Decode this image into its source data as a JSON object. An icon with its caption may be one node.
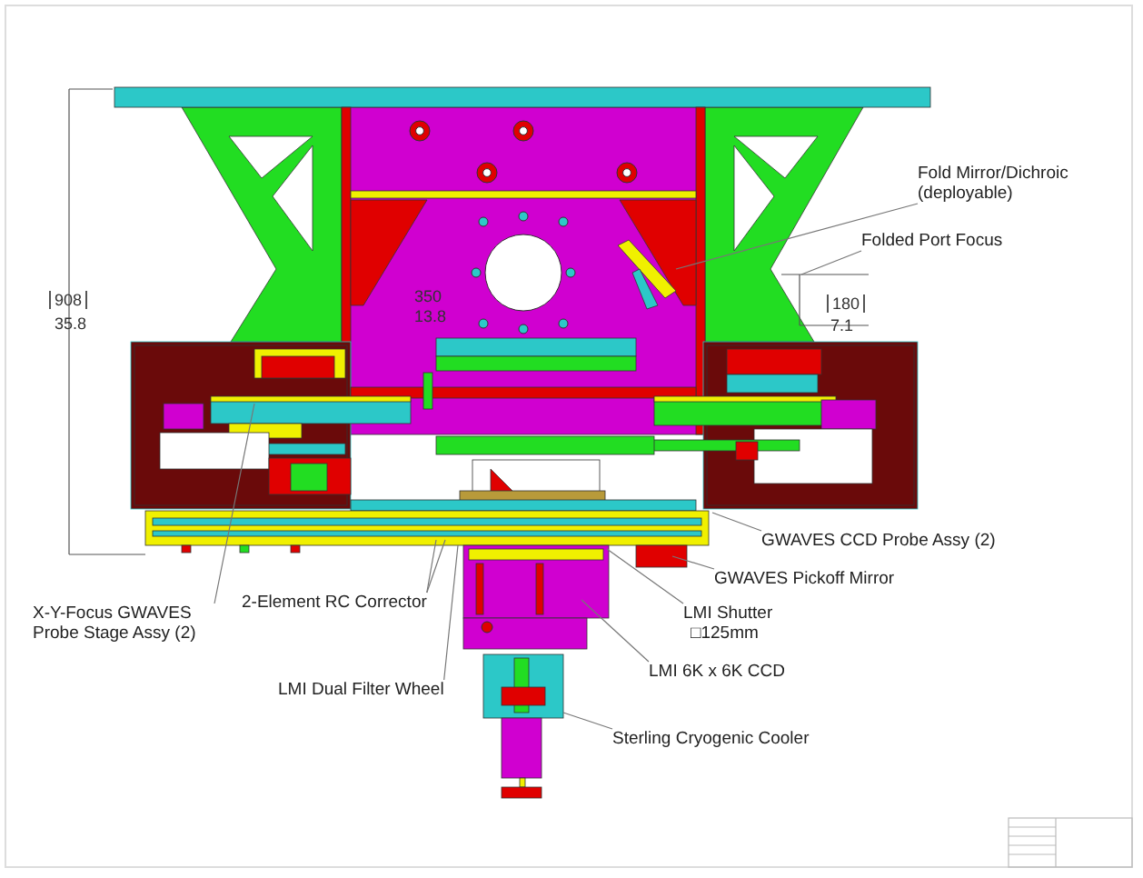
{
  "diagram": {
    "nodes": [
      {
        "text": [
          "Fold Mirror/Dichroic (deployable)"
        ]
      },
      {
        "text": [
          "Folded Port Focus"
        ]
      },
      {
        "text": [
          "GWAVES CCD Probe Assy (2)"
        ]
      },
      {
        "text": [
          "GWAVES Pickoff Mirror"
        ]
      },
      {
        "text": [
          "LMI Shutter",
          "□125mm"
        ]
      },
      {
        "text": [
          "LMI 6K x 6K CCD"
        ]
      },
      {
        "text": [
          "Sterling Cryogenic Cooler"
        ]
      },
      {
        "text": [
          "X-Y-Focus GWAVES Probe Stage Assy (2)"
        ]
      },
      {
        "text": [
          "2-Element RC Corrector"
        ]
      },
      {
        "text": [
          "LMI Dual Filter Wheel"
        ]
      }
    ],
    "edges": [
      {
        "from": 0,
        "to": null,
        "arrow": "none"
      },
      {
        "from": 1,
        "to": null,
        "arrow": "none"
      },
      {
        "from": 2,
        "to": null,
        "arrow": "none"
      },
      {
        "from": 3,
        "to": null,
        "arrow": "none"
      },
      {
        "from": 4,
        "to": null,
        "arrow": "none"
      },
      {
        "from": 5,
        "to": null,
        "arrow": "none"
      },
      {
        "from": 6,
        "to": null,
        "arrow": "none"
      },
      {
        "from": 7,
        "to": null,
        "arrow": "none"
      },
      {
        "from": 8,
        "to": null,
        "arrow": "none"
      },
      {
        "from": 8,
        "to": null,
        "arrow": "none"
      },
      {
        "from": 9,
        "to": null,
        "arrow": "none"
      }
    ],
    "labels": [
      "908",
      "35.8",
      "350",
      "13.8",
      "180",
      "7.1"
    ]
  }
}
